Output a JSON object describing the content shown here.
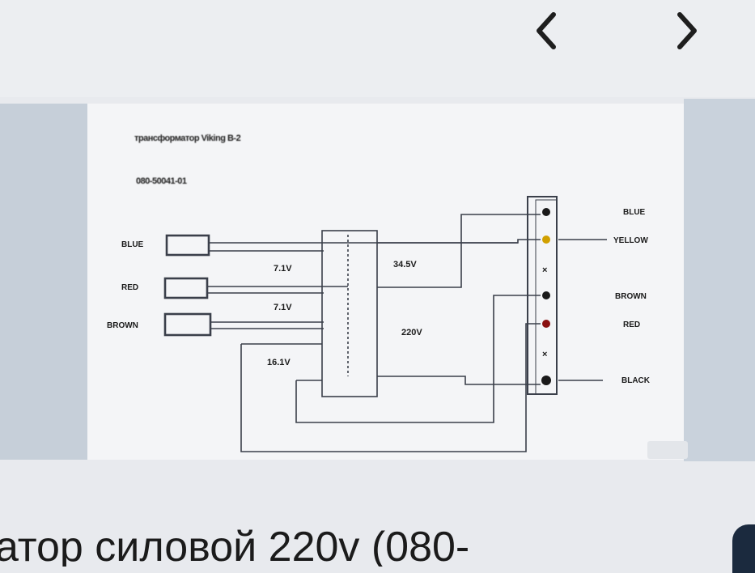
{
  "navigation": {
    "prev_icon": "chevron-left-icon",
    "next_icon": "chevron-right-icon"
  },
  "document": {
    "title": "трансформатор Viking B-2",
    "code": "080-50041-01"
  },
  "schematic": {
    "left_wires": [
      "BLUE",
      "RED",
      "BROWN"
    ],
    "right_wires": [
      "BLUE",
      "YELLOW",
      "BROWN",
      "RED",
      "BLACK"
    ],
    "voltages": {
      "v1": "7.1V",
      "v2": "7.1V",
      "v3": "16.1V",
      "v4": "34.5V",
      "v5": "220V"
    }
  },
  "page_title": "атор силовой 220v (080-",
  "colors": {
    "background": "#e8eaee",
    "panel": "#f4f5f7",
    "wire": "#3a3f4a",
    "side": "#c6cfd9"
  }
}
